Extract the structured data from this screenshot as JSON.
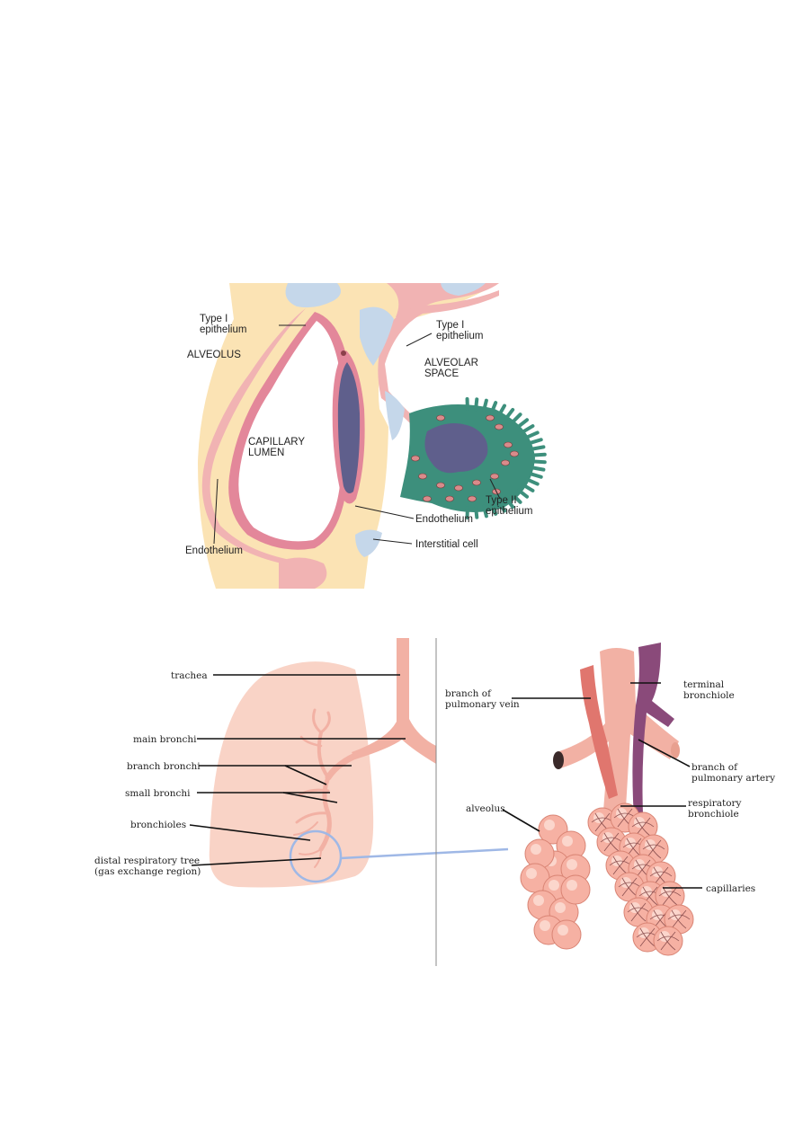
{
  "figure1": {
    "labels": {
      "type1_left_l1": "Type I",
      "type1_left_l2": "epithelium",
      "alveolus": "ALVEOLUS",
      "capillary_l1": "CAPILLARY",
      "capillary_l2": "LUMEN",
      "type1_right_l1": "Type I",
      "type1_right_l2": "epithelium",
      "alveolar_space_l1": "ALVEOLAR",
      "alveolar_space_l2": "SPACE",
      "type2_l1": "Type II",
      "type2_l2": "epithelium",
      "endothelium_right": "Endothelium",
      "interstitial": "Interstitial cell",
      "endothelium_left": "Endothelium"
    },
    "colors": {
      "interstitium": "#fbe3b4",
      "epithelium_pink": "#f1b3b3",
      "endothelium_rose": "#e3879a",
      "nucleus": "#5f5f8c",
      "interstitial_blue": "#c5d7ea",
      "type2_green": "#3d8f7c"
    }
  },
  "figure2": {
    "labels": {
      "trachea": "trachea",
      "main_bronchi": "main bronchi",
      "branch_bronchi": "branch bronchi",
      "small_bronchi": "small bronchi",
      "bronchioles": "bronchioles",
      "distal_l1": "distal respiratory tree",
      "distal_l2": "(gas exchange region)",
      "pv_l1": "branch of",
      "pv_l2": "pulmonary vein",
      "terminal_l1": "terminal",
      "terminal_l2": "bronchiole",
      "pa_l1": "branch of",
      "pa_l2": "pulmonary artery",
      "alveolus": "alveolus",
      "resp_l1": "respiratory",
      "resp_l2": "bronchiole",
      "capillaries": "capillaries"
    },
    "colors": {
      "lung": "#f9d3c6",
      "airway": "#f2b1a4",
      "vein": "#e0766e",
      "artery": "#8a4a7a",
      "alveoli": "#f6b1a3",
      "magnifier": "#9fb8e6"
    }
  }
}
